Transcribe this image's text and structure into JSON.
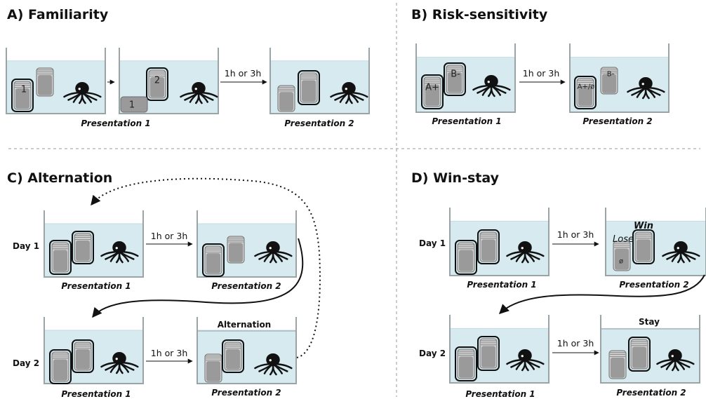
{
  "panels": {
    "a": {
      "title": "A) Familiarity",
      "caption1": "Presentation 1",
      "caption2": "Presentation 2",
      "delay": "1h or 3h",
      "jar1": "1",
      "jar2": "2",
      "jar_fallen": "1"
    },
    "b": {
      "title": "B) Risk-sensitivity",
      "caption1": "Presentation 1",
      "caption2": "Presentation 2",
      "delay": "1h or 3h",
      "jar_a": "A+",
      "jar_b": "B-",
      "jar_a2": "A+/ø",
      "jar_b2": "B-"
    },
    "c": {
      "title": "C) Alternation",
      "day1": "Day 1",
      "day2": "Day 2",
      "delay1": "1h or 3h",
      "delay2": "1h or 3h",
      "caption_d1_1": "Presentation 1",
      "caption_d1_2": "Presentation 2",
      "caption_d2_1": "Presentation 1",
      "caption_d2_2": "Presentation 2",
      "header": "Alternation"
    },
    "d": {
      "title": "D) Win-stay",
      "day1": "Day 1",
      "day2": "Day 2",
      "delay1": "1h or 3h",
      "delay2": "1h or 3h",
      "caption_d1_1": "Presentation 1",
      "caption_d1_2": "Presentation 2",
      "caption_d2_1": "Presentation 1",
      "caption_d2_2": "Presentation 2",
      "header": "Stay",
      "win": "Win",
      "lose": "Lose",
      "empty": "ø"
    }
  },
  "colors": {
    "water": "#d6eaf0",
    "tank_border": "#9aa3a6",
    "divider": "#9a9a9a",
    "octopus": "#111111",
    "jar_body": "#9a9a9a"
  }
}
